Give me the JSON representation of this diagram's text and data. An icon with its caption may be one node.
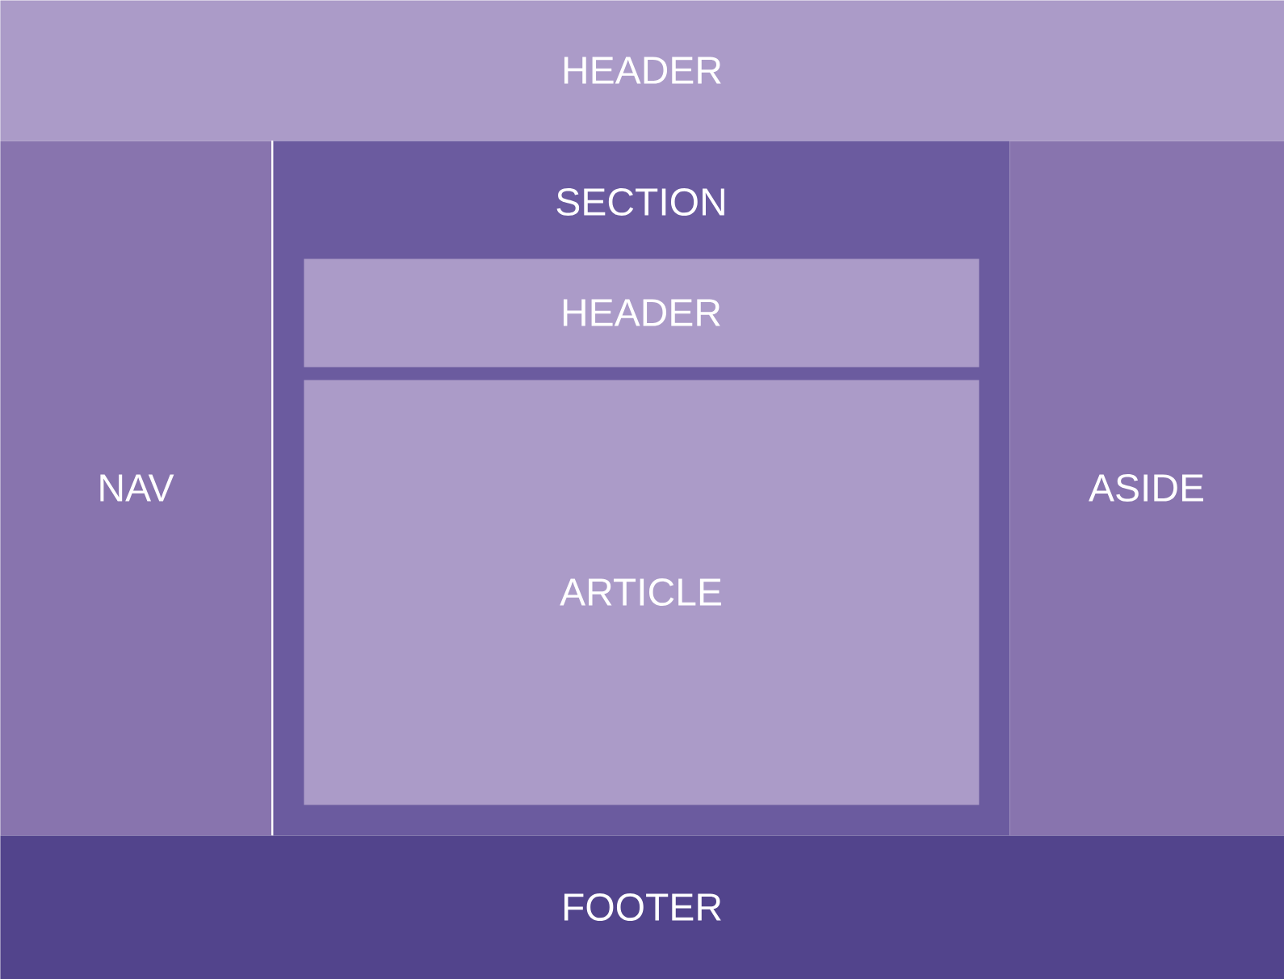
{
  "diagram": {
    "nodes": [
      {
        "text": [
          "HEADER"
        ]
      },
      {
        "text": [
          "NAV"
        ]
      },
      {
        "text": [
          "SECTION"
        ]
      },
      {
        "text": [
          "HEADER"
        ],
        "in": 2
      },
      {
        "text": [
          "ARTICLE"
        ],
        "in": 2
      },
      {
        "text": [
          "ASIDE"
        ]
      },
      {
        "text": [
          "FOOTER"
        ]
      }
    ]
  }
}
